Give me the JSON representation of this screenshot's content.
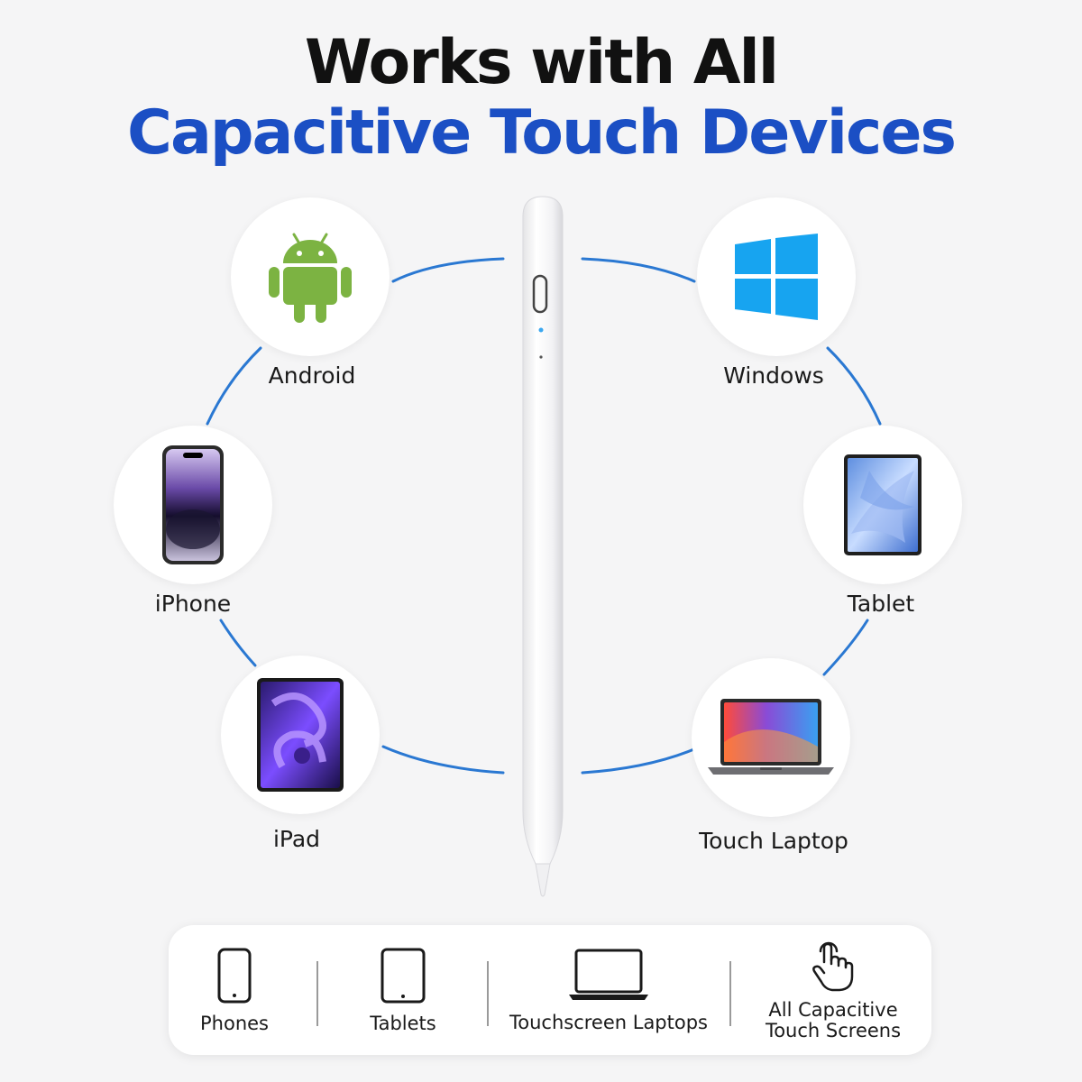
{
  "title": {
    "line1": "Works with All",
    "line2": "Capacitive Touch Devices"
  },
  "colors": {
    "accent_blue": "#1b4fc4",
    "line_blue": "#2a78d2",
    "android_green": "#7cb342",
    "windows_blue": "#17a4f0"
  },
  "devices": {
    "android": {
      "label": "Android",
      "icon": "android-icon"
    },
    "windows": {
      "label": "Windows",
      "icon": "windows-icon"
    },
    "iphone": {
      "label": "iPhone",
      "icon": "iphone-icon"
    },
    "tablet": {
      "label": "Tablet",
      "icon": "tablet-icon"
    },
    "ipad": {
      "label": "iPad",
      "icon": "ipad-icon"
    },
    "laptop": {
      "label": "Touch Laptop",
      "icon": "laptop-icon"
    }
  },
  "categories": [
    {
      "label": "Phones",
      "icon": "phone-outline-icon"
    },
    {
      "label": "Tablets",
      "icon": "tablet-outline-icon"
    },
    {
      "label": "Touchscreen Laptops",
      "icon": "laptop-outline-icon"
    },
    {
      "label_line1": "All Capacitive",
      "label_line2": "Touch Screens",
      "icon": "touch-hand-icon"
    }
  ]
}
